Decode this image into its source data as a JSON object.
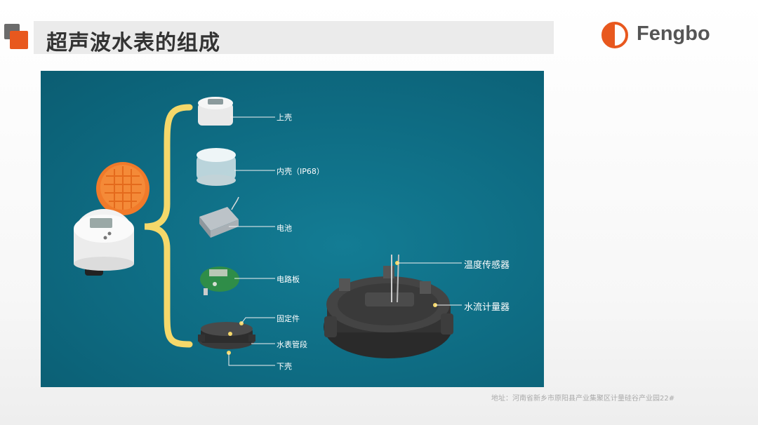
{
  "header": {
    "title": "超声波水表的组成"
  },
  "logo": {
    "brand": "Fengbo"
  },
  "diagram": {
    "components": [
      {
        "label": "上壳"
      },
      {
        "label": "内壳（IP68）"
      },
      {
        "label": "电池"
      },
      {
        "label": "电路板"
      },
      {
        "label": "固定件"
      },
      {
        "label": "水表管段"
      },
      {
        "label": "下壳"
      }
    ],
    "callouts": [
      {
        "label": "温度传感器"
      },
      {
        "label": "水流计量器"
      }
    ]
  },
  "footer": {
    "address": "地址：河南省新乡市原阳县产业集聚区计量硅谷产业园22#"
  },
  "colors": {
    "accent": "#e8581e",
    "panel": "#0e6b82",
    "brace": "#f5d86a"
  }
}
